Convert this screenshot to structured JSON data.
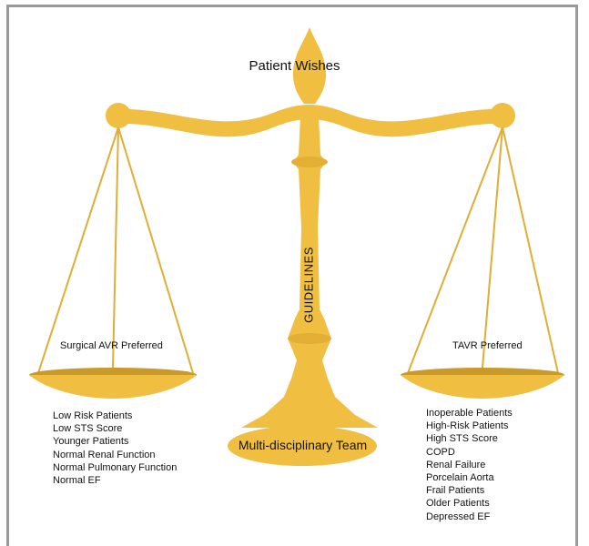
{
  "colors": {
    "gold": "#f0be40",
    "gold_dark": "#d8a52d",
    "pan_bottom": "#c99a2a",
    "frame": "#9a9a9a"
  },
  "top_label": "Patient Wishes",
  "pillar_label": "GUIDELINES",
  "base_label": "Multi-disciplinary Team",
  "left_pan": {
    "title": "Surgical AVR Preferred",
    "items": [
      "Low Risk Patients",
      "Low STS Score",
      "Younger Patients",
      "Normal Renal Function",
      "Normal Pulmonary Function",
      "Normal EF"
    ]
  },
  "right_pan": {
    "title": "TAVR Preferred",
    "items": [
      "Inoperable Patients",
      "High-Risk Patients",
      "High STS Score",
      "COPD",
      "Renal Failure",
      "Porcelain Aorta",
      "Frail Patients",
      "Older Patients",
      "Depressed EF"
    ]
  }
}
